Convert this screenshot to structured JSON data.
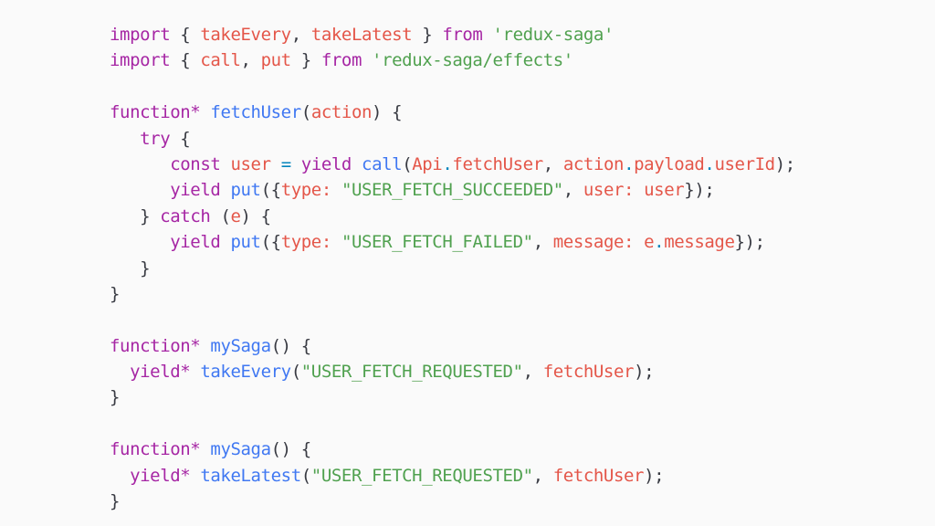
{
  "colors": {
    "keyword": "#a626a4",
    "function": "#4078f2",
    "identifier": "#e45649",
    "string": "#50a14f",
    "punct": "#383a42",
    "operator": "#0184bc"
  },
  "code_lines": [
    [
      {
        "t": "import",
        "k": "keyword"
      },
      {
        "t": " { ",
        "k": "punct"
      },
      {
        "t": "takeEvery",
        "k": "identifier"
      },
      {
        "t": ", ",
        "k": "punct"
      },
      {
        "t": "takeLatest",
        "k": "identifier"
      },
      {
        "t": " } ",
        "k": "punct"
      },
      {
        "t": "from",
        "k": "keyword"
      },
      {
        "t": " ",
        "k": "punct"
      },
      {
        "t": "'redux-saga'",
        "k": "string"
      }
    ],
    [
      {
        "t": "import",
        "k": "keyword"
      },
      {
        "t": " { ",
        "k": "punct"
      },
      {
        "t": "call",
        "k": "identifier"
      },
      {
        "t": ", ",
        "k": "punct"
      },
      {
        "t": "put",
        "k": "identifier"
      },
      {
        "t": " } ",
        "k": "punct"
      },
      {
        "t": "from",
        "k": "keyword"
      },
      {
        "t": " ",
        "k": "punct"
      },
      {
        "t": "'redux-saga/effects'",
        "k": "string"
      }
    ],
    [],
    [
      {
        "t": "function*",
        "k": "keyword"
      },
      {
        "t": " ",
        "k": "punct"
      },
      {
        "t": "fetchUser",
        "k": "function"
      },
      {
        "t": "(",
        "k": "punct"
      },
      {
        "t": "action",
        "k": "identifier"
      },
      {
        "t": ") {",
        "k": "punct"
      }
    ],
    [
      {
        "t": "   ",
        "k": "punct"
      },
      {
        "t": "try",
        "k": "keyword"
      },
      {
        "t": " {",
        "k": "punct"
      }
    ],
    [
      {
        "t": "      ",
        "k": "punct"
      },
      {
        "t": "const",
        "k": "keyword"
      },
      {
        "t": " ",
        "k": "punct"
      },
      {
        "t": "user",
        "k": "identifier"
      },
      {
        "t": " ",
        "k": "punct"
      },
      {
        "t": "=",
        "k": "operator"
      },
      {
        "t": " ",
        "k": "punct"
      },
      {
        "t": "yield",
        "k": "keyword"
      },
      {
        "t": " ",
        "k": "punct"
      },
      {
        "t": "call",
        "k": "function"
      },
      {
        "t": "(",
        "k": "punct"
      },
      {
        "t": "Api",
        "k": "identifier"
      },
      {
        "t": ".",
        "k": "operator"
      },
      {
        "t": "fetchUser",
        "k": "identifier"
      },
      {
        "t": ", ",
        "k": "punct"
      },
      {
        "t": "action",
        "k": "identifier"
      },
      {
        "t": ".",
        "k": "operator"
      },
      {
        "t": "payload",
        "k": "identifier"
      },
      {
        "t": ".",
        "k": "operator"
      },
      {
        "t": "userId",
        "k": "identifier"
      },
      {
        "t": ");",
        "k": "punct"
      }
    ],
    [
      {
        "t": "      ",
        "k": "punct"
      },
      {
        "t": "yield",
        "k": "keyword"
      },
      {
        "t": " ",
        "k": "punct"
      },
      {
        "t": "put",
        "k": "function"
      },
      {
        "t": "({",
        "k": "punct"
      },
      {
        "t": "type:",
        "k": "identifier"
      },
      {
        "t": " ",
        "k": "punct"
      },
      {
        "t": "\"USER_FETCH_SUCCEEDED\"",
        "k": "string"
      },
      {
        "t": ", ",
        "k": "punct"
      },
      {
        "t": "user:",
        "k": "identifier"
      },
      {
        "t": " ",
        "k": "punct"
      },
      {
        "t": "user",
        "k": "identifier"
      },
      {
        "t": "});",
        "k": "punct"
      }
    ],
    [
      {
        "t": "   } ",
        "k": "punct"
      },
      {
        "t": "catch",
        "k": "keyword"
      },
      {
        "t": " (",
        "k": "punct"
      },
      {
        "t": "e",
        "k": "identifier"
      },
      {
        "t": ") {",
        "k": "punct"
      }
    ],
    [
      {
        "t": "      ",
        "k": "punct"
      },
      {
        "t": "yield",
        "k": "keyword"
      },
      {
        "t": " ",
        "k": "punct"
      },
      {
        "t": "put",
        "k": "function"
      },
      {
        "t": "({",
        "k": "punct"
      },
      {
        "t": "type:",
        "k": "identifier"
      },
      {
        "t": " ",
        "k": "punct"
      },
      {
        "t": "\"USER_FETCH_FAILED\"",
        "k": "string"
      },
      {
        "t": ", ",
        "k": "punct"
      },
      {
        "t": "message:",
        "k": "identifier"
      },
      {
        "t": " ",
        "k": "punct"
      },
      {
        "t": "e",
        "k": "identifier"
      },
      {
        "t": ".",
        "k": "operator"
      },
      {
        "t": "message",
        "k": "identifier"
      },
      {
        "t": "});",
        "k": "punct"
      }
    ],
    [
      {
        "t": "   }",
        "k": "punct"
      }
    ],
    [
      {
        "t": "}",
        "k": "punct"
      }
    ],
    [],
    [
      {
        "t": "function*",
        "k": "keyword"
      },
      {
        "t": " ",
        "k": "punct"
      },
      {
        "t": "mySaga",
        "k": "function"
      },
      {
        "t": "() {",
        "k": "punct"
      }
    ],
    [
      {
        "t": "  ",
        "k": "punct"
      },
      {
        "t": "yield*",
        "k": "keyword"
      },
      {
        "t": " ",
        "k": "punct"
      },
      {
        "t": "takeEvery",
        "k": "function"
      },
      {
        "t": "(",
        "k": "punct"
      },
      {
        "t": "\"USER_FETCH_REQUESTED\"",
        "k": "string"
      },
      {
        "t": ", ",
        "k": "punct"
      },
      {
        "t": "fetchUser",
        "k": "identifier"
      },
      {
        "t": ");",
        "k": "punct"
      }
    ],
    [
      {
        "t": "}",
        "k": "punct"
      }
    ],
    [],
    [
      {
        "t": "function*",
        "k": "keyword"
      },
      {
        "t": " ",
        "k": "punct"
      },
      {
        "t": "mySaga",
        "k": "function"
      },
      {
        "t": "() {",
        "k": "punct"
      }
    ],
    [
      {
        "t": "  ",
        "k": "punct"
      },
      {
        "t": "yield*",
        "k": "keyword"
      },
      {
        "t": " ",
        "k": "punct"
      },
      {
        "t": "takeLatest",
        "k": "function"
      },
      {
        "t": "(",
        "k": "punct"
      },
      {
        "t": "\"USER_FETCH_REQUESTED\"",
        "k": "string"
      },
      {
        "t": ", ",
        "k": "punct"
      },
      {
        "t": "fetchUser",
        "k": "identifier"
      },
      {
        "t": ");",
        "k": "punct"
      }
    ],
    [
      {
        "t": "}",
        "k": "punct"
      }
    ]
  ]
}
